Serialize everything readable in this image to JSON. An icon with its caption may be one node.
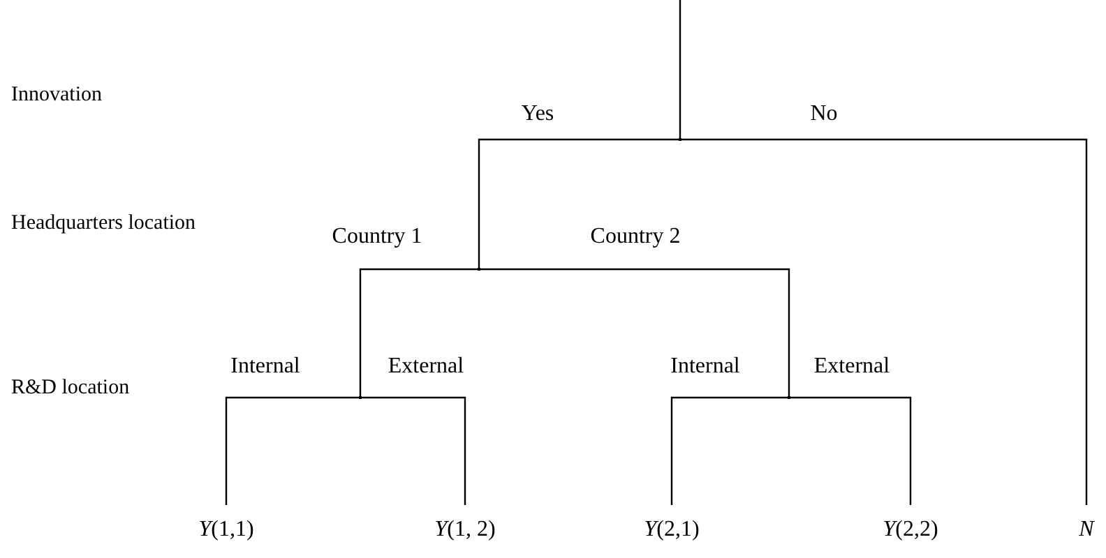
{
  "diagram": {
    "nodes": [
      {
        "text": [],
        "shape": "dot"
      },
      {
        "text": [],
        "shape": "dot"
      },
      {
        "text": [],
        "shape": "dot"
      },
      {
        "text": [],
        "shape": "dot"
      },
      {
        "text": [
          "*Y*(1,1)"
        ]
      },
      {
        "text": [
          "*Y*(1, 2)"
        ]
      },
      {
        "text": [
          "*Y*(2,1)"
        ]
      },
      {
        "text": [
          "*Y*(2,2)"
        ]
      },
      {
        "text": [
          "N"
        ]
      }
    ],
    "edges": [
      {
        "from": null,
        "to": 0,
        "arrow": "none"
      },
      {
        "from": 0,
        "to": 1,
        "arrow": "none",
        "label": "Yes"
      },
      {
        "from": 0,
        "to": 8,
        "arrow": "none",
        "label": "No"
      },
      {
        "from": 1,
        "to": 2,
        "arrow": "none",
        "label": "Country 1"
      },
      {
        "from": 1,
        "to": 3,
        "arrow": "none",
        "label": "Country 2"
      },
      {
        "from": 2,
        "to": 4,
        "arrow": "none",
        "label": "Internal"
      },
      {
        "from": 2,
        "to": 5,
        "arrow": "none",
        "label": "External"
      },
      {
        "from": 3,
        "to": 6,
        "arrow": "none",
        "label": "Internal"
      },
      {
        "from": 3,
        "to": 7,
        "arrow": "none",
        "label": "External"
      }
    ],
    "labels": [
      "Innovation",
      "Headquarters location",
      "R&D location"
    ]
  }
}
